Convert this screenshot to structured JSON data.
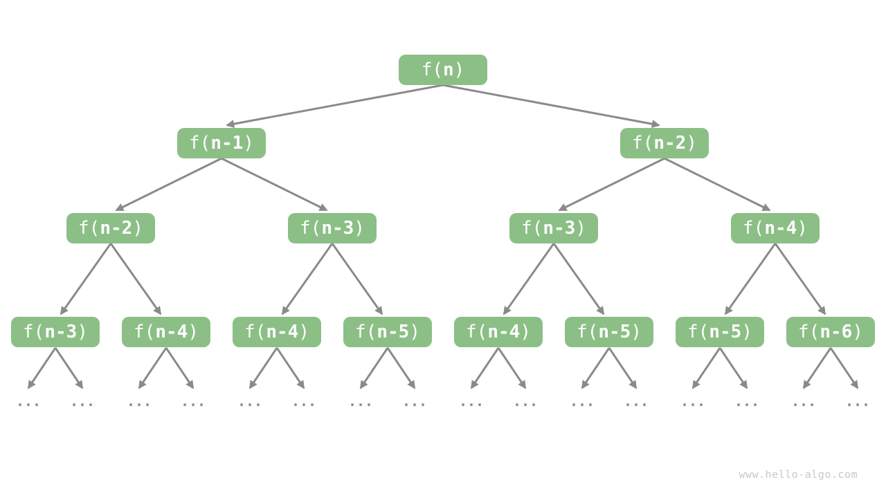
{
  "diagram": {
    "levels": [
      [
        {
          "label": "f(n)",
          "pre": "f(",
          "arg": "n",
          "post": ")"
        }
      ],
      [
        {
          "label": "f(n-1)",
          "pre": "f(",
          "arg": "n-1",
          "post": ")"
        },
        {
          "label": "f(n-2)",
          "pre": "f(",
          "arg": "n-2",
          "post": ")"
        }
      ],
      [
        {
          "label": "f(n-2)",
          "pre": "f(",
          "arg": "n-2",
          "post": ")"
        },
        {
          "label": "f(n-3)",
          "pre": "f(",
          "arg": "n-3",
          "post": ")"
        },
        {
          "label": "f(n-3)",
          "pre": "f(",
          "arg": "n-3",
          "post": ")"
        },
        {
          "label": "f(n-4)",
          "pre": "f(",
          "arg": "n-4",
          "post": ")"
        }
      ],
      [
        {
          "label": "f(n-3)",
          "pre": "f(",
          "arg": "n-3",
          "post": ")"
        },
        {
          "label": "f(n-4)",
          "pre": "f(",
          "arg": "n-4",
          "post": ")"
        },
        {
          "label": "f(n-4)",
          "pre": "f(",
          "arg": "n-4",
          "post": ")"
        },
        {
          "label": "f(n-5)",
          "pre": "f(",
          "arg": "n-5",
          "post": ")"
        },
        {
          "label": "f(n-4)",
          "pre": "f(",
          "arg": "n-4",
          "post": ")"
        },
        {
          "label": "f(n-5)",
          "pre": "f(",
          "arg": "n-5",
          "post": ")"
        },
        {
          "label": "f(n-5)",
          "pre": "f(",
          "arg": "n-5",
          "post": ")"
        },
        {
          "label": "f(n-6)",
          "pre": "f(",
          "arg": "n-6",
          "post": ")"
        }
      ]
    ],
    "ellipsis": "...",
    "ellipsis_count": 16,
    "watermark": "www.hello-algo.com",
    "colors": {
      "background": "#ffffff",
      "node_fill": "#8bbf86",
      "node_text": "#ffffff",
      "arrow": "#8a8a8a",
      "watermark": "#c8c8c8"
    }
  }
}
